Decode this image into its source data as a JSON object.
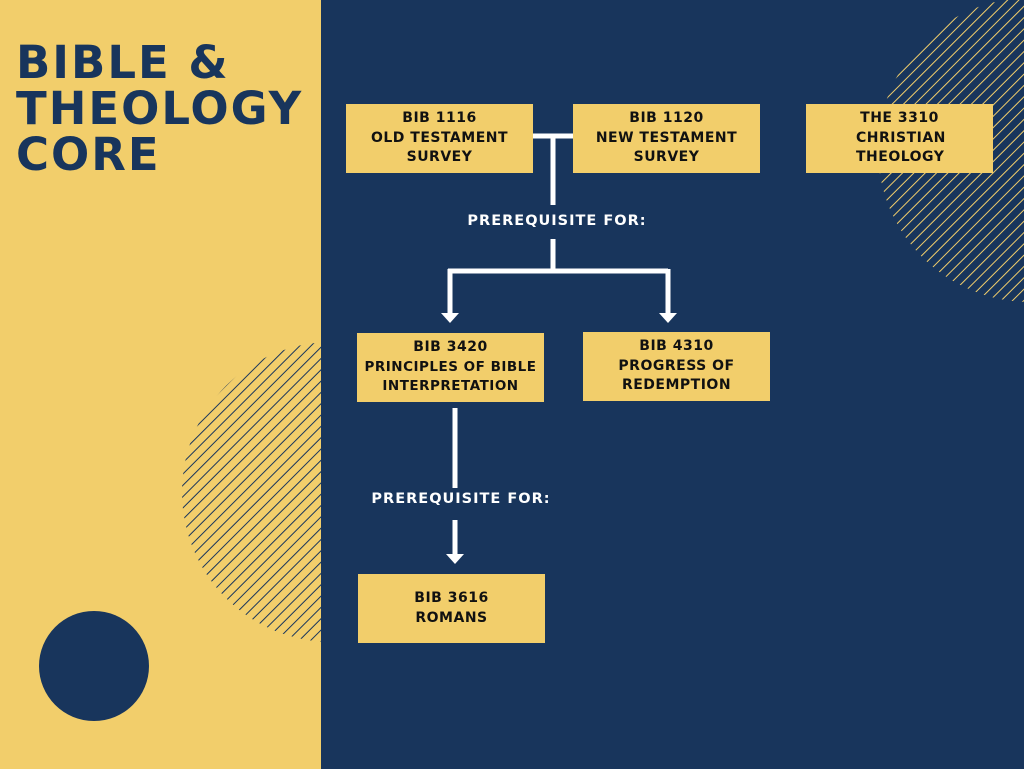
{
  "title": [
    "BIBLE &",
    "THEOLOGY",
    "CORE"
  ],
  "colors": {
    "yellow": "#F2CE6B",
    "navy": "#18355C"
  },
  "courses": {
    "bib1116": {
      "code": "BIB 1116",
      "name": "OLD TESTAMENT SURVEY"
    },
    "bib1120": {
      "code": "BIB 1120",
      "name": "NEW TESTAMENT SURVEY"
    },
    "the3310": {
      "code": "THE 3310",
      "name": "CHRISTIAN THEOLOGY"
    },
    "bib3420": {
      "code": "BIB 3420",
      "name": "PRINCIPLES OF BIBLE INTERPRETATION"
    },
    "bib4310": {
      "code": "BIB 4310",
      "name": "PROGRESS OF REDEMPTION"
    },
    "bib3616": {
      "code": "BIB 3616",
      "name": "ROMANS"
    }
  },
  "labels": {
    "prereq1": "PREREQUISITE FOR:",
    "prereq2": "PREREQUISITE FOR:"
  }
}
